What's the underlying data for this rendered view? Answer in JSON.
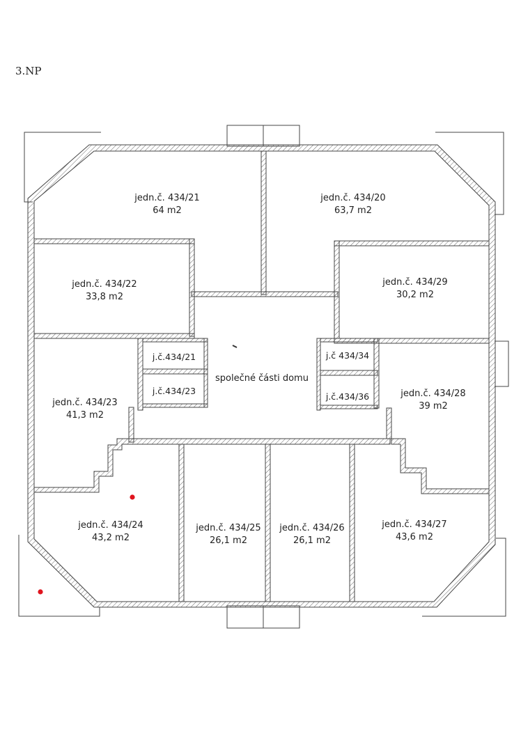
{
  "floor": {
    "label": "3.NP"
  },
  "units": [
    {
      "id": "u21",
      "name": "jedn.č. 434/21",
      "area": "64 m2"
    },
    {
      "id": "u20",
      "name": "jedn.č. 434/20",
      "area": "63,7 m2"
    },
    {
      "id": "u22",
      "name": "jedn.č. 434/22",
      "area": "33,8 m2"
    },
    {
      "id": "u29",
      "name": "jedn.č. 434/29",
      "area": "30,2 m2"
    },
    {
      "id": "u23",
      "name": "jedn.č. 434/23",
      "area": "41,3 m2"
    },
    {
      "id": "u28",
      "name": "jedn.č. 434/28",
      "area": "39 m2"
    },
    {
      "id": "u24",
      "name": "jedn.č. 434/24",
      "area": "43,2 m2"
    },
    {
      "id": "u25",
      "name": "jedn.č. 434/25",
      "area": "26,1 m2"
    },
    {
      "id": "u26",
      "name": "jedn.č. 434/26",
      "area": "26,1 m2"
    },
    {
      "id": "u27",
      "name": "jedn.č. 434/27",
      "area": "43,6 m2"
    }
  ],
  "small_units": [
    {
      "id": "s21",
      "name": "j.č.434/21"
    },
    {
      "id": "s23",
      "name": "j.č.434/23"
    },
    {
      "id": "s34",
      "name": "j.č 434/34"
    },
    {
      "id": "s36",
      "name": "j.č.434/36"
    }
  ],
  "common_area": {
    "label": "společné části domu"
  },
  "colors": {
    "wall_line": "#444444",
    "marker": "#e0141e",
    "background": "#ffffff"
  }
}
